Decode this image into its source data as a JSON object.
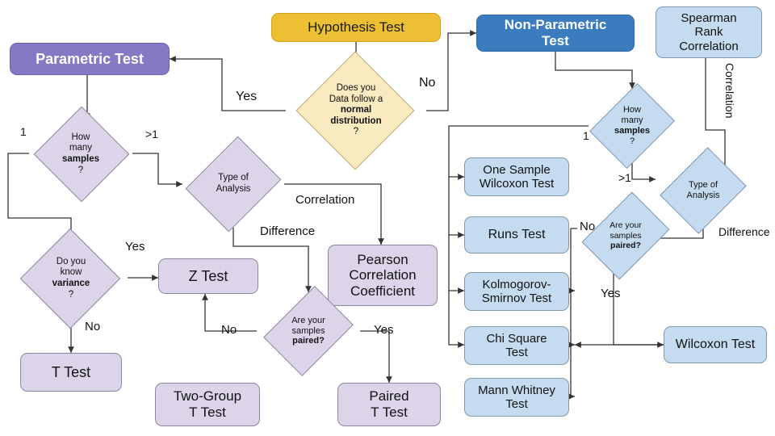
{
  "diagram": {
    "title_node": "Hypothesis Test",
    "colors": {
      "yellow": "#EDC033",
      "purple_dark": "#8578C4",
      "blue_dark": "#3A7CBE",
      "purple_light": "#DCD5EA",
      "blue_light": "#C5DCF0",
      "diamond_yellow": "#FAEAC0",
      "background": "#FFFFFF",
      "edge": "#333333"
    },
    "nodes": {
      "hypothesis_test": "Hypothesis Test",
      "normal_distribution_q_line1": "Does you",
      "normal_distribution_q_line2": "Data follow a",
      "normal_distribution_q_line3": "normal",
      "normal_distribution_q_line4": "distribution",
      "normal_distribution_q_line5": "?",
      "parametric_test": "Parametric Test",
      "non_parametric_test_line1": "Non-Parametric",
      "non_parametric_test_line2": "Test",
      "p_how_many_samples_line1": "How",
      "p_how_many_samples_line2": "many",
      "p_how_many_samples_line3": "samples",
      "p_how_many_samples_line4": "?",
      "p_know_variance_line1": "Do you",
      "p_know_variance_line2": "know",
      "p_know_variance_line3": "variance",
      "p_know_variance_line4": "?",
      "t_test": "T Test",
      "z_test": "Z Test",
      "p_type_of_analysis_line1": "Type of",
      "p_type_of_analysis_line2": "Analysis",
      "pearson_line1": "Pearson",
      "pearson_line2": "Correlation",
      "pearson_line3": "Coefficient",
      "p_paired_line1": "Are your",
      "p_paired_line2": "samples",
      "p_paired_line3": "paired?",
      "two_group_t_test_line1": "Two-Group",
      "two_group_t_test_line2": "T Test",
      "paired_t_test_line1": "Paired",
      "paired_t_test_line2": "T Test",
      "np_how_many_samples_line1": "How",
      "np_how_many_samples_line2": "many",
      "np_how_many_samples_line3": "samples",
      "np_how_many_samples_line4": "?",
      "np_type_of_analysis_line1": "Type of",
      "np_type_of_analysis_line2": "Analysis",
      "spearman_line1": "Spearman",
      "spearman_line2": "Rank",
      "spearman_line3": "Correlation",
      "np_paired_line1": "Are your",
      "np_paired_line2": "samples",
      "np_paired_line3": "paired?",
      "one_sample_wilcoxon_line1": "One Sample",
      "one_sample_wilcoxon_line2": "Wilcoxon Test",
      "runs_test": "Runs Test",
      "kolmogorov_line1": "Kolmogorov-",
      "kolmogorov_line2": "Smirnov Test",
      "chi_square_line1": "Chi Square",
      "chi_square_line2": "Test",
      "mann_whitney_line1": "Mann Whitney",
      "mann_whitney_line2": "Test",
      "wilcoxon_test": "Wilcoxon Test"
    },
    "edge_labels": {
      "yes_normal": "Yes",
      "no_normal": "No",
      "p_samples_one": "1",
      "p_samples_many": ">1",
      "p_variance_yes": "Yes",
      "p_variance_no": "No",
      "p_correlation": "Correlation",
      "p_difference": "Difference",
      "p_paired_no": "No",
      "p_paired_yes": "Yes",
      "np_samples_one": "1",
      "np_samples_many": ">1",
      "np_correlation": "Correlation",
      "np_difference": "Difference",
      "np_paired_no": "No",
      "np_paired_yes": "Yes"
    }
  }
}
